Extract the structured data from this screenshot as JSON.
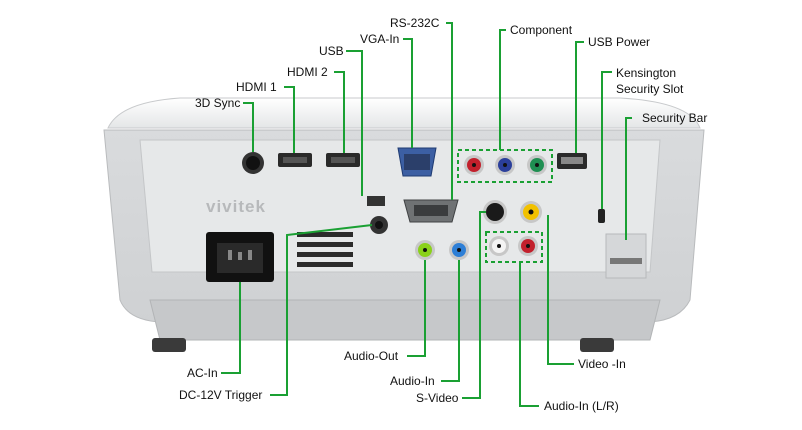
{
  "brand": "vivitek",
  "callouts": {
    "rs232c": "RS-232C",
    "component": "Component",
    "usb_power": "USB Power",
    "vga_in": "VGA-In",
    "usb": "USB",
    "kensington": "Kensington",
    "kensington_2": "Security Slot",
    "hdmi2": "HDMI 2",
    "hdmi1": "HDMI 1",
    "sync3d": "3D Sync",
    "security_bar": "Security Bar",
    "audio_out": "Audio-Out",
    "ac_in": "AC-In",
    "video_in": "Video -In",
    "audio_in": "Audio-In",
    "dc12v": "DC-12V Trigger",
    "svideo": "S-Video",
    "audio_in_lr": "Audio-In (L/R)"
  },
  "colors": {
    "callout_line": "#1aa033",
    "body": "#dcdedf",
    "panel": "#e9ebec"
  }
}
